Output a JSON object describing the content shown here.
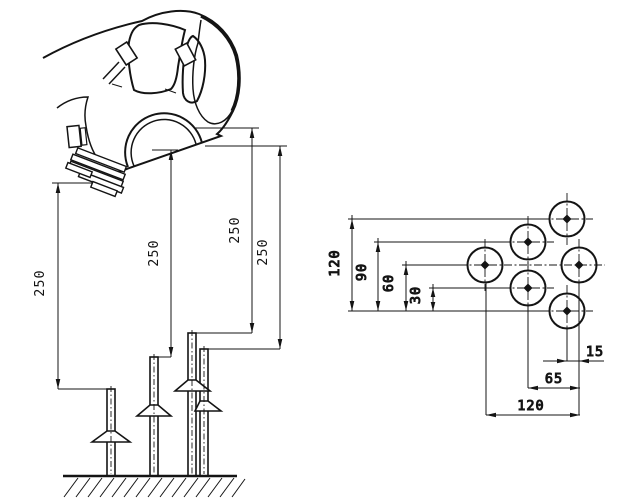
{
  "side_view": {
    "dims": [
      {
        "label": "250"
      },
      {
        "label": "250"
      },
      {
        "label": "250"
      },
      {
        "label": "250"
      }
    ]
  },
  "plan_view": {
    "height_dims": [
      {
        "label": "120"
      },
      {
        "label": "90"
      },
      {
        "label": "60"
      },
      {
        "label": "30"
      }
    ],
    "width_dims": [
      {
        "label": "15"
      },
      {
        "label": "65"
      },
      {
        "label": "120"
      }
    ]
  },
  "colors": {
    "ink": "#141414",
    "paper": "#ffffff"
  }
}
